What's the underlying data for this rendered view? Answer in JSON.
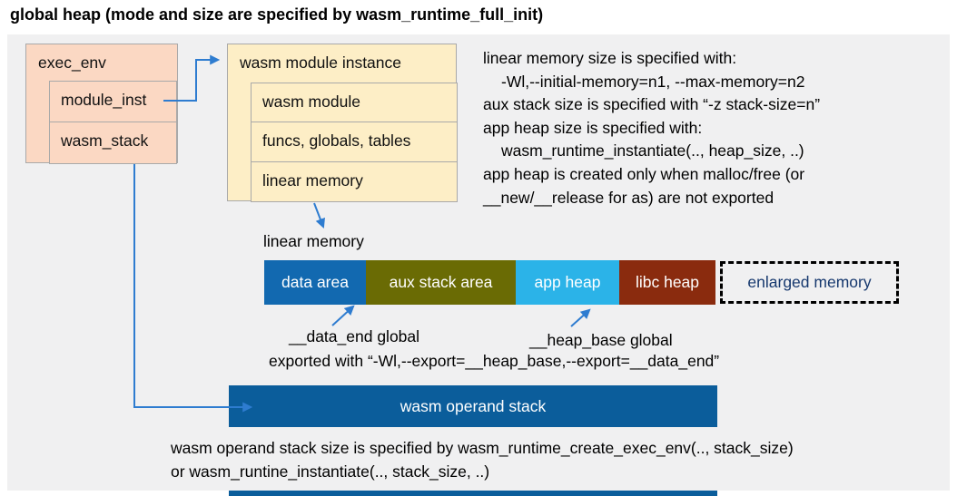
{
  "title": "global heap (mode and size are specified by wasm_runtime_full_init)",
  "exec_env": {
    "title": "exec_env",
    "rows": [
      {
        "label": "module_inst"
      },
      {
        "label": "wasm_stack"
      }
    ]
  },
  "module_instance": {
    "title": "wasm module instance",
    "rows": [
      {
        "label": "wasm module"
      },
      {
        "label": "funcs, globals, tables"
      },
      {
        "label": "linear memory"
      }
    ]
  },
  "notes": {
    "lines": [
      "linear memory size is specified with:",
      "-Wl,--initial-memory=n1, --max-memory=n2",
      "aux stack size is specified with “-z stack-size=n”",
      "app heap size is specified with:",
      "wasm_runtime_instantiate(.., heap_size, ..)",
      "app heap is created only when malloc/free (or",
      "__new/__release for as) are not exported"
    ]
  },
  "linear_memory": {
    "label": "linear memory",
    "segments": [
      {
        "label": "data area",
        "color": "#1269b0"
      },
      {
        "label": "aux stack area",
        "color": "#6a6b04"
      },
      {
        "label": "app heap",
        "color": "#2bb3e8"
      },
      {
        "label": "libc heap",
        "color": "#8a2b0e"
      },
      {
        "label": "enlarged memory",
        "color": "#f0f0f1",
        "text_color": "#16386e",
        "border_style": "dashed"
      }
    ],
    "data_end_label": "__data_end global",
    "heap_base_label": "__heap_base global",
    "export_note": "exported with “-Wl,--export=__heap_base,--export=__data_end”"
  },
  "operand_stack": {
    "label": "wasm operand stack",
    "color": "#0b5d9b",
    "note_lines": [
      "wasm operand stack size is specified by wasm_runtime_create_exec_env(.., stack_size)",
      "or wasm_runtine_instantiate(.., stack_size, ..)"
    ]
  },
  "arrow_color": "#2e7cd0"
}
